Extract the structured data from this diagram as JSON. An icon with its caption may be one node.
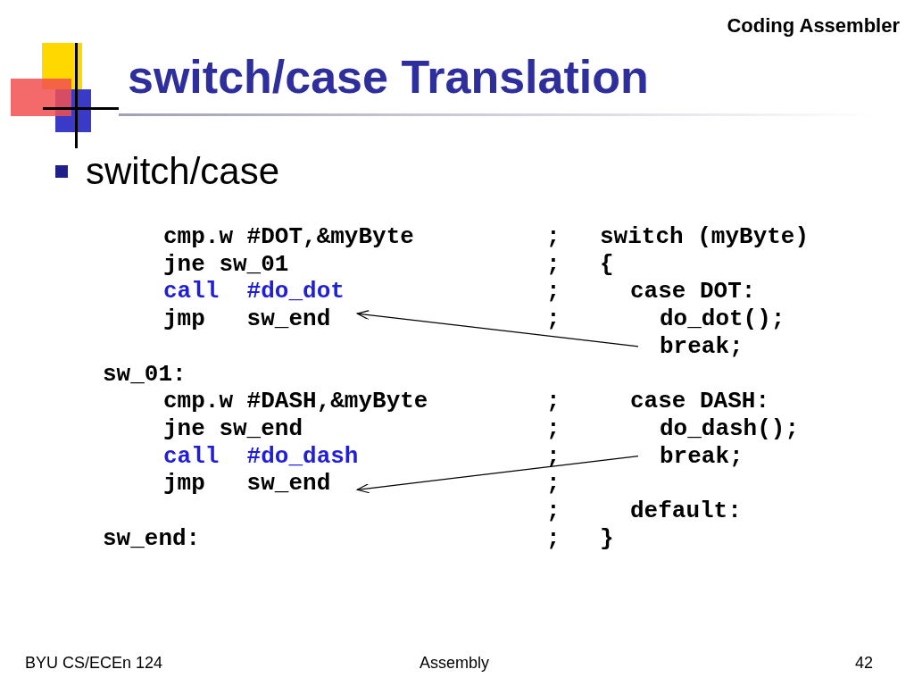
{
  "diagram": {
    "title": "switch/case Translation",
    "nodes": [
      {
        "text": [
          "jmp   sw_end"
        ]
      },
      {
        "text": [
          "break;"
        ]
      },
      {
        "text": [
          "break;"
        ]
      },
      {
        "text": [
          "jmp   sw_end"
        ]
      }
    ],
    "edges": [
      {
        "from": 1,
        "to": 0,
        "arrow": "to"
      },
      {
        "from": 2,
        "to": 3,
        "arrow": "to"
      }
    ],
    "labels": [
      "Coding Assembler",
      "switch/case",
      "cmp.w #DOT,&myByte",
      ";",
      "switch (myByte)",
      "jne sw_01",
      ";",
      "{",
      "call  #do_dot",
      ";",
      "case DOT:",
      ";",
      "do_dot();",
      "sw_01:",
      "cmp.w #DASH,&myByte",
      ";",
      "case DASH:",
      "jne sw_end",
      ";",
      "do_dash();",
      "call  #do_dash",
      ";",
      ";",
      ";",
      "default:",
      "sw_end:",
      ";",
      "}",
      "BYU CS/ECEn 124",
      "Assembly",
      "42"
    ]
  }
}
